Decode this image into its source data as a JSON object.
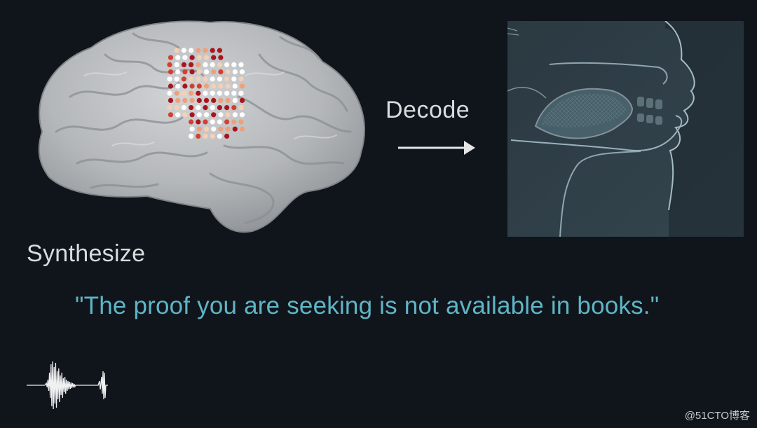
{
  "labels": {
    "decode": "Decode",
    "synthesize": "Synthesize",
    "sentence": "\"The proof you are seeking is not available in books.\""
  },
  "watermark": "@51CTO博客",
  "colors": {
    "background": "#10151b",
    "label_text": "#d9dcdf",
    "sentence_text": "#5fb5c6",
    "brain": "#b9bcbf",
    "electrode_palette": [
      "#ffffff",
      "#f4d0b4",
      "#eea179",
      "#d44030",
      "#a8151d"
    ]
  },
  "icons": [
    "brain-illustration",
    "electrode-array",
    "right-arrow-icon",
    "vocal-tract-illustration",
    "audio-waveform-icon"
  ]
}
